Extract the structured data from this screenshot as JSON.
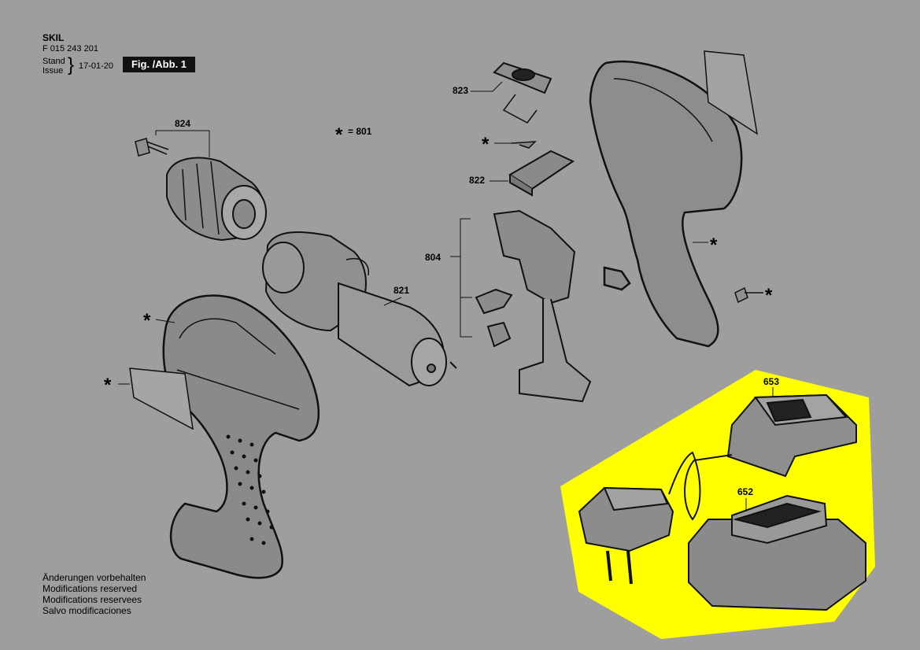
{
  "header": {
    "brand": "SKIL",
    "part_number": "F 015 243 201",
    "stand_label": "Stand",
    "issue_label": "Issue",
    "date": "17-01-20",
    "figure": "Fig. /Abb. 1"
  },
  "parts": {
    "p824": "824",
    "p801": "= 801",
    "p823": "823",
    "p822": "822",
    "p804": "804",
    "p821": "821",
    "p653": "653",
    "p652": "652"
  },
  "marker": "*",
  "notes": [
    "Änderungen vorbehalten",
    "Modifications reserved",
    "Modifications reservees",
    "Salvo modificaciones"
  ],
  "colors": {
    "background": "#9e9e9e",
    "highlight": "#ffff00",
    "line": "#111111"
  }
}
